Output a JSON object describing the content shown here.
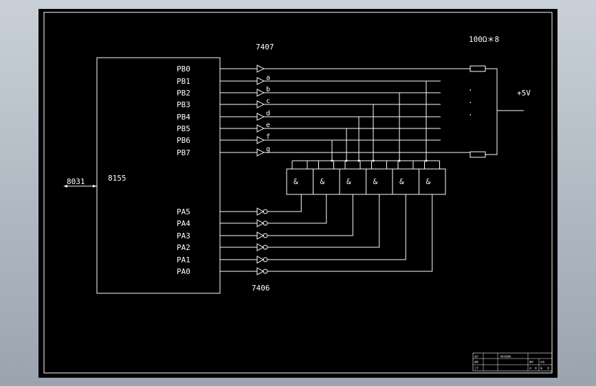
{
  "chip_8155": {
    "label": "8155"
  },
  "port_b_pins": [
    "PB0",
    "PB1",
    "PB2",
    "PB3",
    "PB4",
    "PB5",
    "PB6",
    "PB7"
  ],
  "port_a_pins": [
    "PA5",
    "PA4",
    "PA3",
    "PA2",
    "PA1",
    "PA0"
  ],
  "buffer_chip": "7407",
  "inverter_chip": "7406",
  "cpu_label": "8031",
  "resistor_label": "100Ω＊8",
  "supply_label": "+5V",
  "segment_letters": [
    "a",
    "b",
    "c",
    "d",
    "e",
    "f",
    "g"
  ],
  "and_gate_symbol": "&",
  "and_gate_count": 6,
  "ellipsis_dots": [
    ".",
    ".",
    "."
  ],
  "title_block": {
    "cells": [
      "设计",
      "审核",
      "工艺",
      "单片机控制",
      "图号",
      "比例",
      "共",
      "张",
      "第",
      "张"
    ]
  }
}
